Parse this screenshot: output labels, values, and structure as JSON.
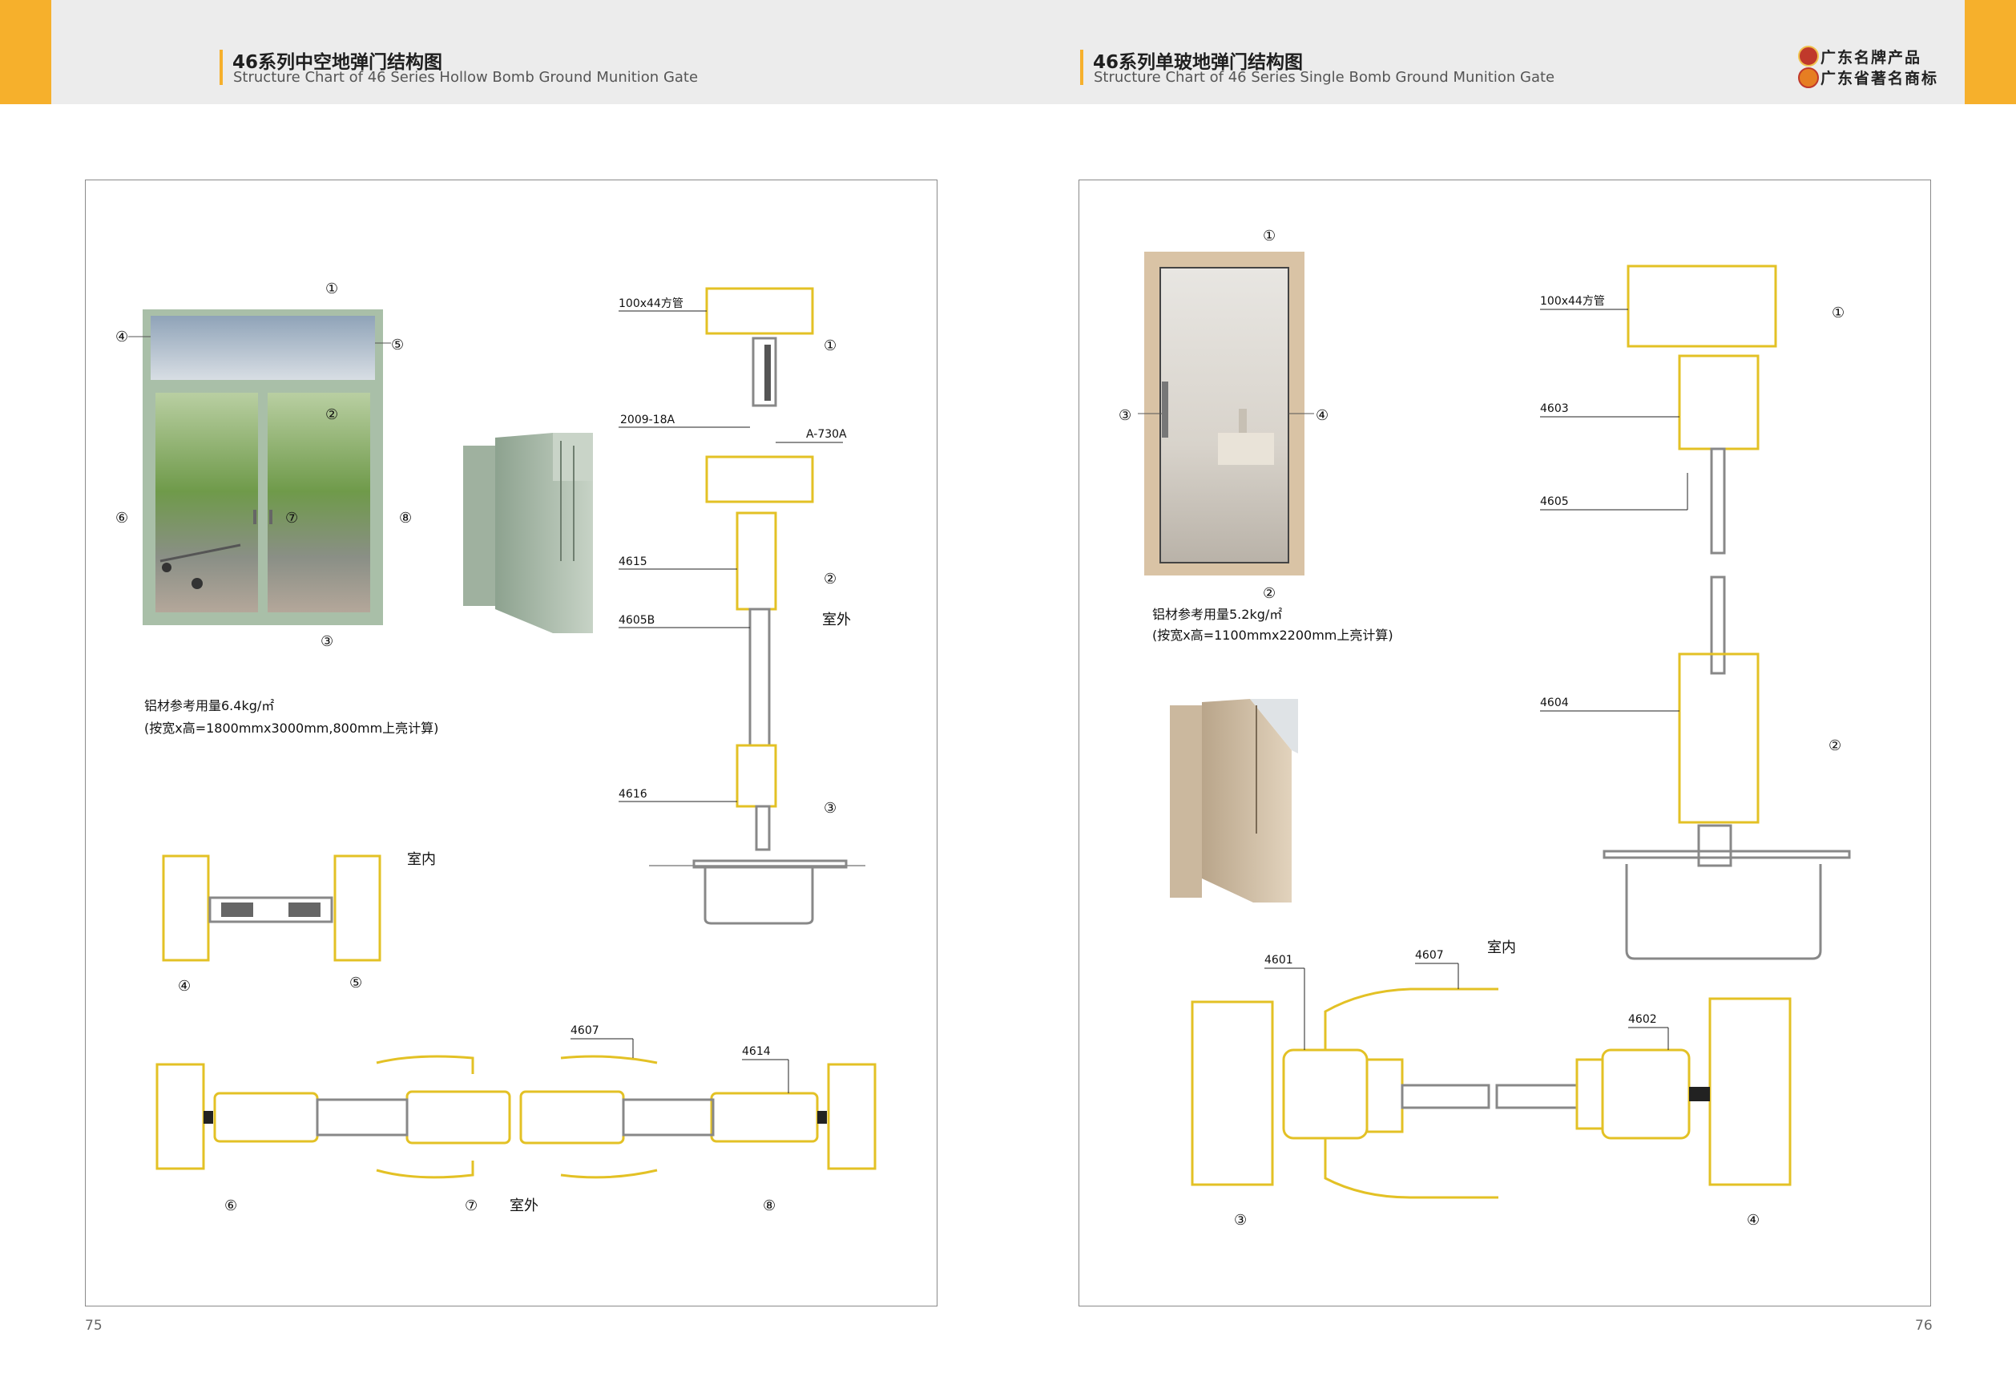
{
  "left_page": {
    "title_cn": "46系列中空地弹门结构图",
    "title_en": "Structure Chart of 46 Series Hollow Bomb Ground Munition Gate",
    "profiles": {
      "tube": "100x44方管",
      "p2009": "2009-18A",
      "pA730": "A-730A",
      "p4615": "4615",
      "p4605B": "4605B",
      "p4616": "4616",
      "p4607": "4607",
      "p4614": "4614"
    },
    "labels": {
      "outdoor": "室外",
      "indoor": "室内",
      "outdoor2": "室外"
    },
    "usage_line1": "铝材参考用量6.4kg/㎡",
    "usage_line2": "(按宽x高=1800mmx3000mm,800mm上亮计算)",
    "marks": [
      "①",
      "②",
      "③",
      "④",
      "⑤",
      "⑥",
      "⑦",
      "⑧"
    ],
    "page_number": "75"
  },
  "right_page": {
    "title_cn": "46系列单玻地弹门结构图",
    "title_en": "Structure Chart of 46 Series Single Bomb Ground Munition Gate",
    "profiles": {
      "tube": "100x44方管",
      "p4603": "4603",
      "p4605": "4605",
      "p4604": "4604",
      "p4601": "4601",
      "p4607": "4607",
      "p4602": "4602"
    },
    "labels": {
      "indoor": "室内"
    },
    "usage_line1": "铝材参考用量5.2kg/㎡",
    "usage_line2": "(按宽x高=1100mmx2200mm上亮计算)",
    "marks": [
      "①",
      "②",
      "③",
      "④"
    ],
    "page_number": "76"
  },
  "brand": {
    "line1": "广东名牌产品",
    "line2": "广东省著名商标"
  },
  "colors": {
    "accent": "#f6b02c",
    "profile": "#e3c125",
    "left_frame": "#a9bfa8",
    "right_frame": "#d9c3a5"
  }
}
